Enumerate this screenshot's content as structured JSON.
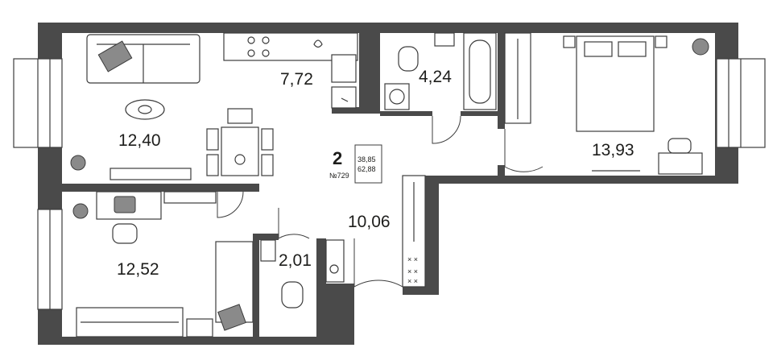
{
  "apartment": {
    "rooms_count": "2",
    "living_area": "38,85",
    "total_area": "62,88",
    "number": "№729"
  },
  "rooms": [
    {
      "id": "living",
      "area": "12,40"
    },
    {
      "id": "kitchen",
      "area": "7,72"
    },
    {
      "id": "bathroom",
      "area": "4,24"
    },
    {
      "id": "bedroom",
      "area": "13,93"
    },
    {
      "id": "hall",
      "area": "10,06"
    },
    {
      "id": "study",
      "area": "12,52"
    },
    {
      "id": "toilet",
      "area": "2,01"
    }
  ],
  "colors": {
    "wall": "#4a4a4a",
    "line": "#3c3c3c",
    "background": "#ffffff"
  }
}
